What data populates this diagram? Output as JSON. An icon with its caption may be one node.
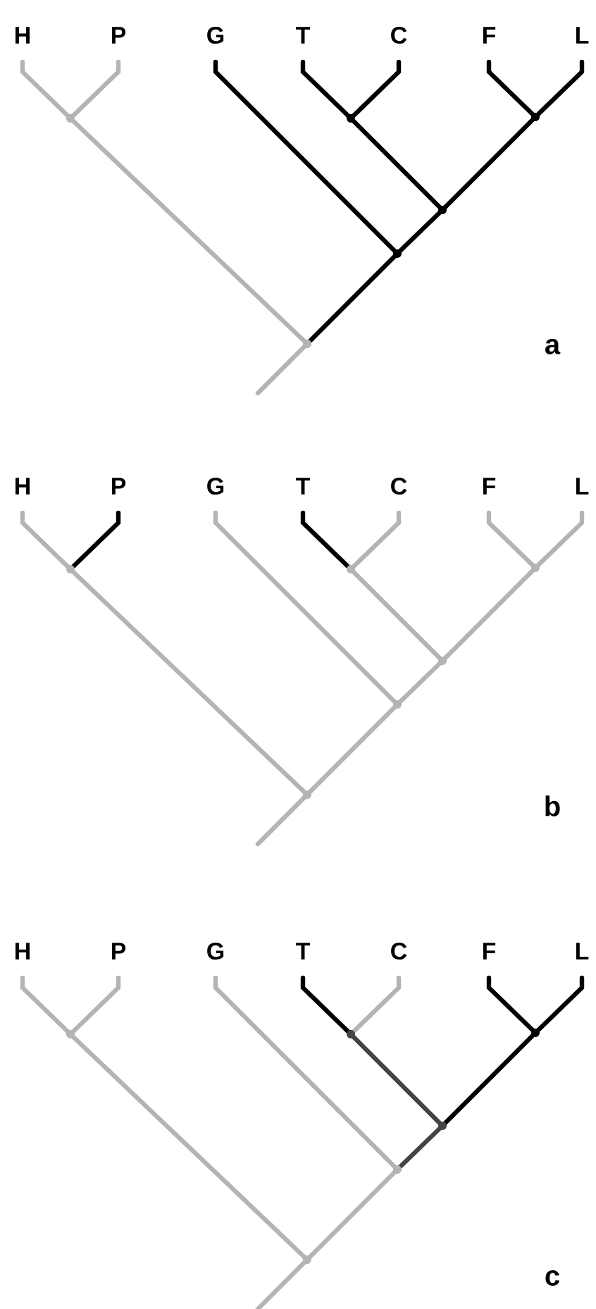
{
  "diagram": {
    "nodes": [
      {
        "text": [
          "H"
        ]
      },
      {
        "text": [
          "P"
        ]
      },
      {
        "text": [
          "G"
        ]
      },
      {
        "text": [
          "T"
        ]
      },
      {
        "text": [
          "C"
        ]
      },
      {
        "text": [
          "F"
        ]
      },
      {
        "text": [
          "L"
        ]
      },
      {
        "text": [],
        "shape": "dot"
      },
      {
        "text": [],
        "shape": "dot"
      },
      {
        "text": [],
        "shape": "dot"
      },
      {
        "text": [],
        "shape": "dot"
      },
      {
        "text": [],
        "shape": "dot"
      },
      {
        "text": [],
        "shape": "dot"
      },
      {
        "text": [
          "H"
        ]
      },
      {
        "text": [
          "P"
        ]
      },
      {
        "text": [
          "G"
        ]
      },
      {
        "text": [
          "T"
        ]
      },
      {
        "text": [
          "C"
        ]
      },
      {
        "text": [
          "F"
        ]
      },
      {
        "text": [
          "L"
        ]
      },
      {
        "text": [],
        "shape": "dot"
      },
      {
        "text": [],
        "shape": "dot"
      },
      {
        "text": [],
        "shape": "dot"
      },
      {
        "text": [],
        "shape": "dot"
      },
      {
        "text": [],
        "shape": "dot"
      },
      {
        "text": [],
        "shape": "dot"
      },
      {
        "text": [
          "H"
        ]
      },
      {
        "text": [
          "P"
        ]
      },
      {
        "text": [
          "G"
        ]
      },
      {
        "text": [
          "T"
        ]
      },
      {
        "text": [
          "C"
        ]
      },
      {
        "text": [
          "F"
        ]
      },
      {
        "text": [
          "L"
        ]
      },
      {
        "text": [],
        "shape": "dot"
      },
      {
        "text": [],
        "shape": "dot"
      },
      {
        "text": [],
        "shape": "dot"
      },
      {
        "text": [],
        "shape": "dot"
      },
      {
        "text": [],
        "shape": "dot"
      },
      {
        "text": [],
        "shape": "dot"
      }
    ],
    "edges": [
      {
        "from": 0,
        "to": 7,
        "arrow": "none"
      },
      {
        "from": 1,
        "to": 7,
        "arrow": "none"
      },
      {
        "from": 3,
        "to": 8,
        "arrow": "none",
        "color": "#000000"
      },
      {
        "from": 4,
        "to": 8,
        "arrow": "none",
        "color": "#000000"
      },
      {
        "from": 5,
        "to": 9,
        "arrow": "none",
        "color": "#000000"
      },
      {
        "from": 6,
        "to": 9,
        "arrow": "none",
        "color": "#000000"
      },
      {
        "from": 8,
        "to": 10,
        "arrow": "none",
        "color": "#000000"
      },
      {
        "from": 9,
        "to": 10,
        "arrow": "none",
        "color": "#000000"
      },
      {
        "from": 2,
        "to": 11,
        "arrow": "none",
        "color": "#000000"
      },
      {
        "from": 10,
        "to": 11,
        "arrow": "none",
        "color": "#000000"
      },
      {
        "from": 7,
        "to": 12,
        "arrow": "none"
      },
      {
        "from": 11,
        "to": 12,
        "arrow": "none",
        "color": "#000000"
      },
      {
        "from": 12,
        "to": null,
        "arrow": "none"
      },
      {
        "from": 13,
        "to": 20,
        "arrow": "none"
      },
      {
        "from": 14,
        "to": 20,
        "arrow": "none",
        "color": "#000000"
      },
      {
        "from": 16,
        "to": 21,
        "arrow": "none",
        "color": "#000000"
      },
      {
        "from": 17,
        "to": 21,
        "arrow": "none"
      },
      {
        "from": 18,
        "to": 22,
        "arrow": "none"
      },
      {
        "from": 19,
        "to": 22,
        "arrow": "none"
      },
      {
        "from": 21,
        "to": 23,
        "arrow": "none"
      },
      {
        "from": 22,
        "to": 23,
        "arrow": "none"
      },
      {
        "from": 15,
        "to": 24,
        "arrow": "none"
      },
      {
        "from": 23,
        "to": 24,
        "arrow": "none"
      },
      {
        "from": 20,
        "to": 25,
        "arrow": "none"
      },
      {
        "from": 24,
        "to": 25,
        "arrow": "none"
      },
      {
        "from": 25,
        "to": null,
        "arrow": "none"
      },
      {
        "from": 26,
        "to": 33,
        "arrow": "none"
      },
      {
        "from": 27,
        "to": 33,
        "arrow": "none"
      },
      {
        "from": 29,
        "to": 34,
        "arrow": "none",
        "color": "#000000"
      },
      {
        "from": 30,
        "to": 34,
        "arrow": "none"
      },
      {
        "from": 31,
        "to": 35,
        "arrow": "none",
        "color": "#000000"
      },
      {
        "from": 32,
        "to": 35,
        "arrow": "none",
        "color": "#000000"
      },
      {
        "from": 34,
        "to": 36,
        "arrow": "none",
        "color": "#444444"
      },
      {
        "from": 35,
        "to": 36,
        "arrow": "none",
        "color": "#000000"
      },
      {
        "from": 28,
        "to": 37,
        "arrow": "none"
      },
      {
        "from": 36,
        "to": 37,
        "arrow": "none",
        "color": "#444444"
      },
      {
        "from": 33,
        "to": 38,
        "arrow": "none"
      },
      {
        "from": 37,
        "to": 38,
        "arrow": "none"
      },
      {
        "from": 38,
        "to": null,
        "arrow": "none"
      }
    ],
    "labels": [
      "a",
      "b",
      "c"
    ]
  }
}
